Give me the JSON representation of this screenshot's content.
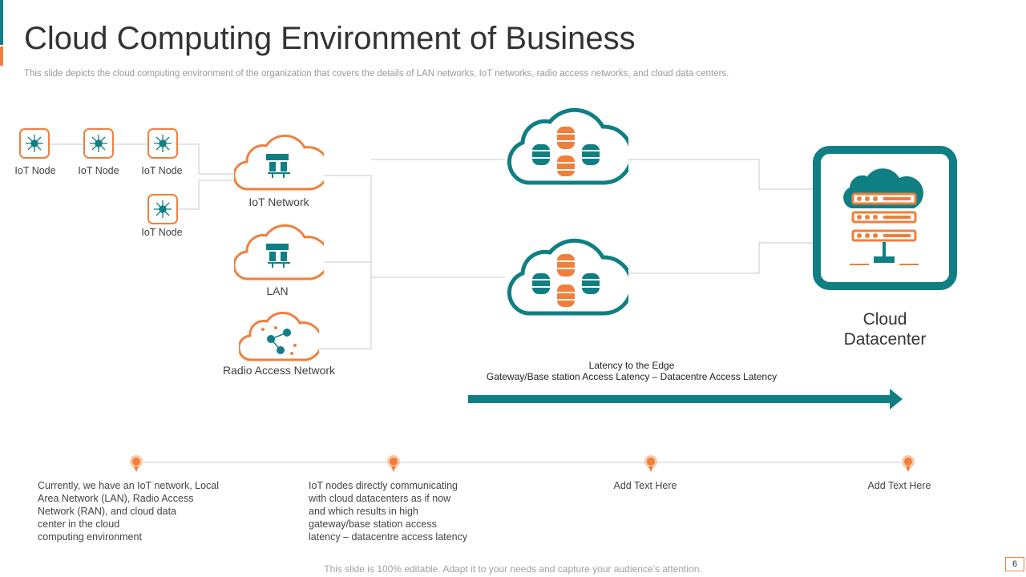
{
  "slide": {
    "title": "Cloud Computing Environment of Business",
    "subtitle": "This slide depicts the cloud computing environment of the organization that covers the details of LAN networks, IoT networks, radio access networks, and cloud data centers.",
    "footer": "This slide is 100% editable. Adapt it to your needs and capture your audience’s attention.",
    "page_number": "6"
  },
  "nodes": [
    {
      "label": "IoT Node",
      "icon": "iot-chip-icon"
    },
    {
      "label": "IoT Node",
      "icon": "iot-chip-icon"
    },
    {
      "label": "IoT Node",
      "icon": "iot-chip-icon"
    },
    {
      "label": "IoT Node",
      "icon": "iot-chip-icon"
    }
  ],
  "networks": {
    "iot": {
      "label": "IoT Network",
      "icon": "network-switch-icon"
    },
    "lan": {
      "label": "LAN",
      "icon": "network-switch-icon"
    },
    "ran": {
      "label": "Radio Access Network",
      "icon": "people-network-icon"
    }
  },
  "clouds": [
    {
      "icon": "database-cloud-icon"
    },
    {
      "icon": "database-cloud-icon"
    }
  ],
  "datacenter": {
    "label_line1": "Cloud",
    "label_line2": "Datacenter",
    "icon": "server-cloud-icon"
  },
  "latency": {
    "line1": "Latency to the Edge",
    "line2": "Gateway/Base station Access Latency – Datacentre Access Latency"
  },
  "timeline": [
    {
      "lines": [
        "Currently, we have an IoT network, Local",
        "Area Network (LAN), Radio Access",
        "Network (RAN), and cloud data",
        "center in the cloud",
        "computing environment"
      ]
    },
    {
      "lines": [
        "IoT nodes directly communicating",
        "with cloud datacenters as if now",
        "and which results in high",
        "gateway/base station access",
        "latency – datacentre access latency"
      ]
    },
    {
      "lines": [
        "Add Text Here"
      ]
    },
    {
      "lines": [
        "Add Text Here"
      ]
    }
  ],
  "colors": {
    "teal": "#0f7f84",
    "orange": "#f07f3c",
    "line": "#c8c8c8"
  }
}
